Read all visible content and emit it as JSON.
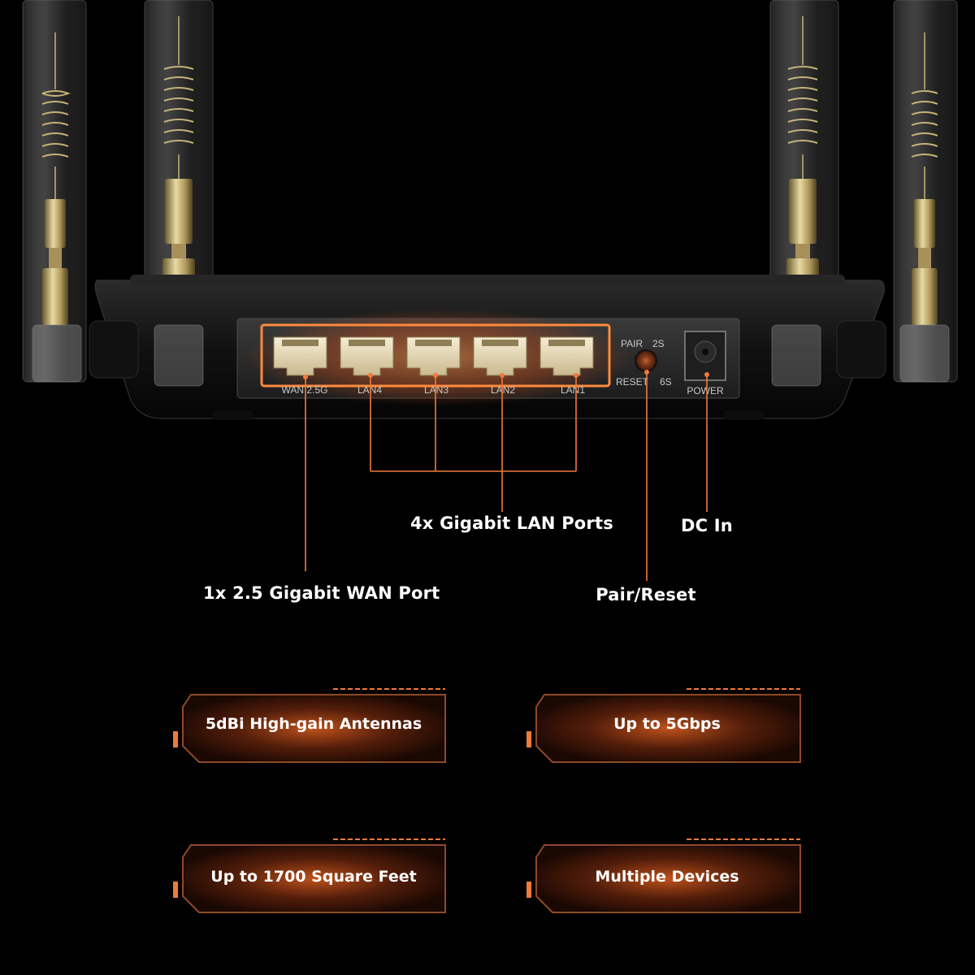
{
  "router": {
    "ports": [
      "WAN 2.5G",
      "LAN4",
      "LAN3",
      "LAN2",
      "LAN1"
    ],
    "pair_label": "PAIR",
    "pair_time": "2S",
    "reset_label": "RESET",
    "reset_time": "6S",
    "power_label": "POWER"
  },
  "callouts": {
    "lan": "4x Gigabit LAN Ports",
    "dc": "DC In",
    "wan": "1x 2.5 Gigabit WAN Port",
    "pair_reset": "Pair/Reset"
  },
  "features": [
    "5dBi High-gain Antennas",
    "Up to 5Gbps",
    "Up to 1700 Square Feet",
    "Multiple Devices"
  ],
  "colors": {
    "accent": "#f07a3a",
    "glow": "#ff8a3c",
    "body": "#151515",
    "panel": "#2a2a2a",
    "brass": "#c8b47a"
  }
}
